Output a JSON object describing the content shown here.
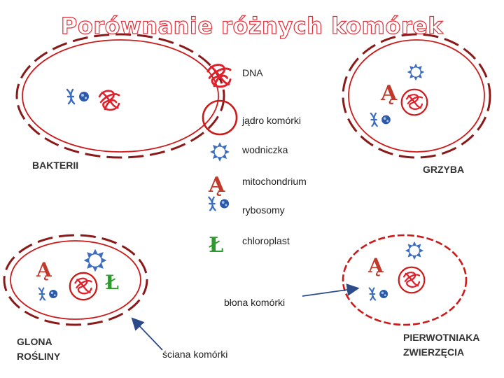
{
  "title": "Porównanie różnych komórek",
  "legend": {
    "dna": "DNA",
    "nucleus": "jądro komórki",
    "vacuole": "wodniczka",
    "mitochondrion": "mitochondrium",
    "ribosomes": "rybosomy",
    "chloroplast": "chloroplast"
  },
  "cells": {
    "bacteria": "BAKTERII",
    "fungi": "GRZYBA",
    "plant": [
      "GLONA",
      "ROŚLINY"
    ],
    "animal": [
      "PIERWOTNIAKA",
      "ZWIERZĘCIA"
    ]
  },
  "annotations": {
    "cell_membrane": "błona komórki",
    "cell_wall": "ściana komórki"
  },
  "glyphs": {
    "mitochondrion": "Ą",
    "chloroplast": "Ł"
  },
  "colors": {
    "title_outline": "#e0303a",
    "dna": "#e0202a",
    "membrane": "#cc1a1a",
    "wall": "#8a1a1a",
    "vacuole": "#2a5aa8",
    "ribosome": "#2a5aa8",
    "mitochondrion": "#c0392b",
    "chloroplast": "#2e9a2e"
  }
}
